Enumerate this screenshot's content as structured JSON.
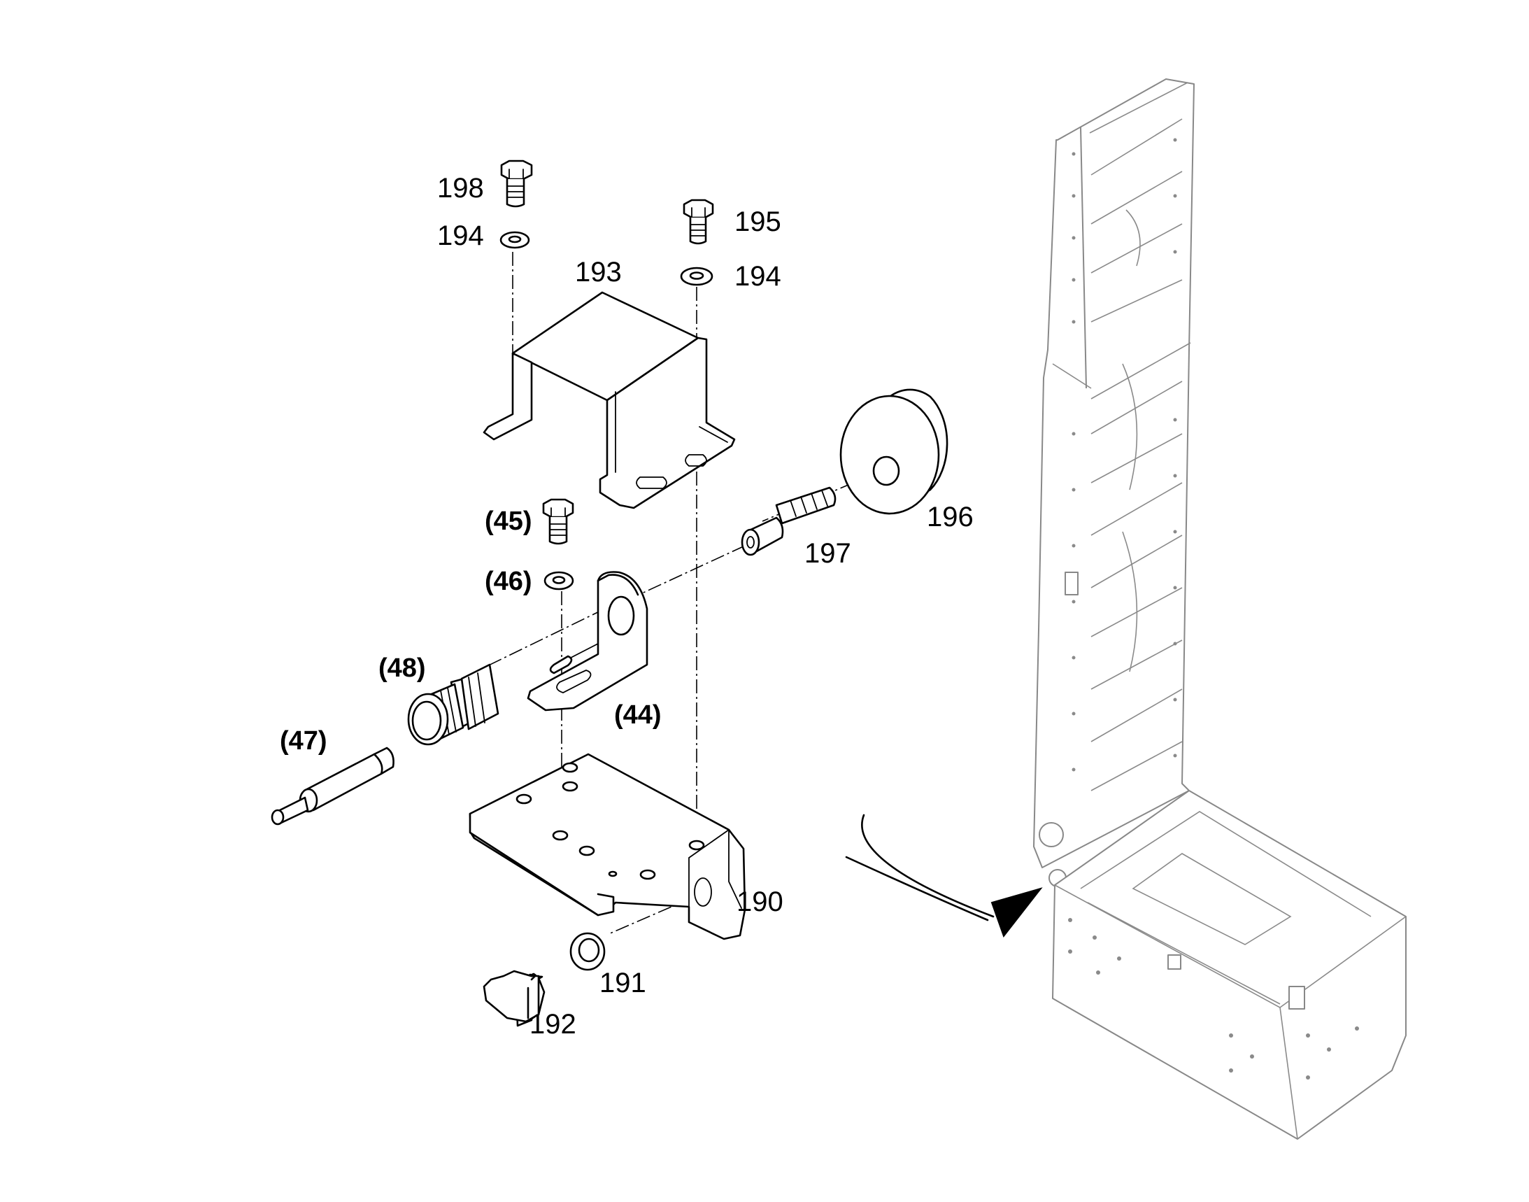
{
  "diagram": {
    "parts": [
      {
        "id": "198",
        "label": "198"
      },
      {
        "id": "194a",
        "label": "194"
      },
      {
        "id": "195",
        "label": "195"
      },
      {
        "id": "194b",
        "label": "194"
      },
      {
        "id": "193",
        "label": "193"
      },
      {
        "id": "196",
        "label": "196"
      },
      {
        "id": "197",
        "label": "197"
      },
      {
        "id": "45",
        "label": "(45)"
      },
      {
        "id": "46",
        "label": "(46)"
      },
      {
        "id": "48",
        "label": "(48)"
      },
      {
        "id": "44",
        "label": "(44)"
      },
      {
        "id": "47",
        "label": "(47)"
      },
      {
        "id": "190",
        "label": "190"
      },
      {
        "id": "191",
        "label": "191"
      },
      {
        "id": "192",
        "label": "192"
      }
    ]
  }
}
